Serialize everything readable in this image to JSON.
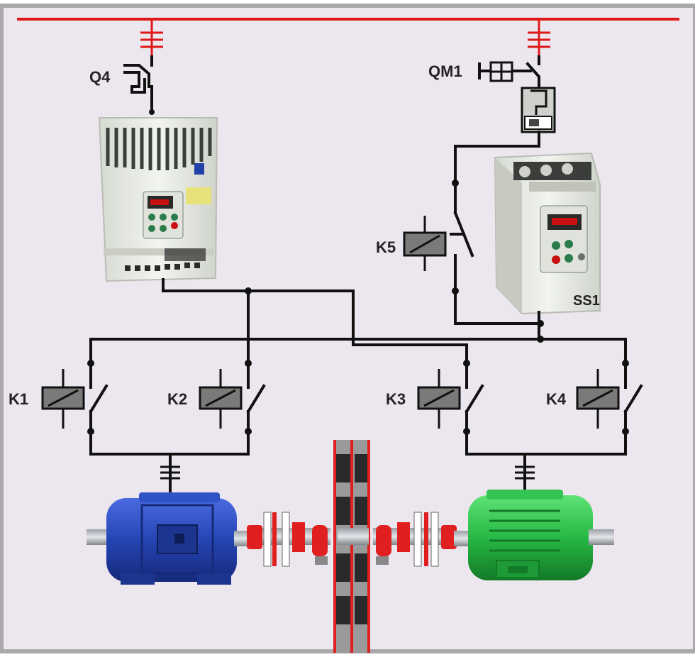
{
  "labels": {
    "q4": "Q4",
    "qm1": "QM1",
    "k5": "K5",
    "ss1": "SS1",
    "k1": "K1",
    "k2": "K2",
    "k3": "K3",
    "k4": "K4"
  },
  "colors": {
    "background": "#ece6ee",
    "frame": "#a9a9ab",
    "busbar": "#e01818",
    "wire": "#111111",
    "motor_left": "#2545b4",
    "motor_right": "#26b844",
    "coupling": "#e02020",
    "drive_body": "#e9ece6",
    "display": "#c81010"
  },
  "icons": {
    "inverter": "inverter-drive-icon",
    "soft_starter": "soft-starter-icon",
    "breaker_q4": "circuit-breaker-icon",
    "breaker_qm1": "motor-protection-breaker-icon",
    "coil": "contactor-coil-icon",
    "contact": "normally-open-contact-icon",
    "motor": "electric-motor-icon",
    "brake": "disc-brake-icon"
  }
}
